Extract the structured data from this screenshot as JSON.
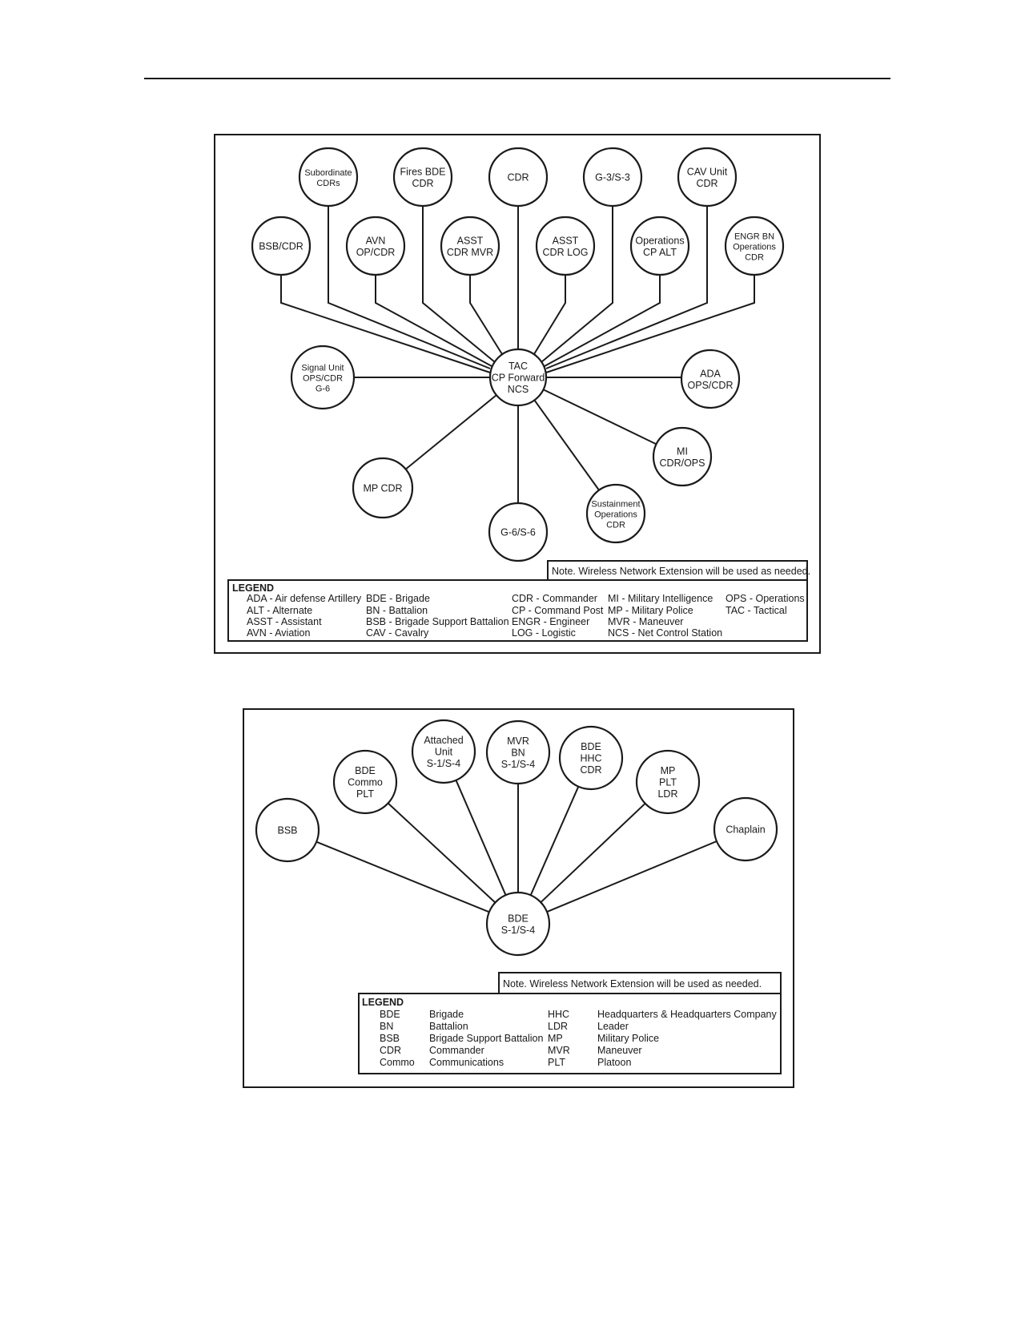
{
  "diagram1": {
    "hub": {
      "id": "tac",
      "lines": [
        "TAC",
        "CP Forward",
        "NCS"
      ]
    },
    "nodes": [
      {
        "id": "subordinate-cdrs",
        "lines": [
          "Subordinate",
          "CDRs"
        ]
      },
      {
        "id": "fires-bde-cdr",
        "lines": [
          "Fires BDE",
          "CDR"
        ]
      },
      {
        "id": "cdr",
        "lines": [
          "CDR"
        ]
      },
      {
        "id": "g3-s3",
        "lines": [
          "G-3/S-3"
        ]
      },
      {
        "id": "cav-unit-cdr",
        "lines": [
          "CAV Unit",
          "CDR"
        ]
      },
      {
        "id": "bsb-cdr",
        "lines": [
          "BSB/CDR"
        ]
      },
      {
        "id": "avn-op-cdr",
        "lines": [
          "AVN",
          "OP/CDR"
        ]
      },
      {
        "id": "asst-cdr-mvr",
        "lines": [
          "ASST",
          "CDR MVR"
        ]
      },
      {
        "id": "asst-cdr-log",
        "lines": [
          "ASST",
          "CDR LOG"
        ]
      },
      {
        "id": "operations-cp-alt",
        "lines": [
          "Operations",
          "CP ALT"
        ]
      },
      {
        "id": "engr-bn-operations-cdr",
        "lines": [
          "ENGR BN",
          "Operations",
          "CDR"
        ]
      },
      {
        "id": "signal-unit",
        "lines": [
          "Signal Unit",
          "OPS/CDR",
          "G-6"
        ]
      },
      {
        "id": "ada-ops-cdr",
        "lines": [
          "ADA",
          "OPS/CDR"
        ]
      },
      {
        "id": "mi-cdr-ops",
        "lines": [
          "MI",
          "CDR/OPS"
        ]
      },
      {
        "id": "mp-cdr",
        "lines": [
          "MP CDR"
        ]
      },
      {
        "id": "g6-s6",
        "lines": [
          "G-6/S-6"
        ]
      },
      {
        "id": "sustainment-operations-cdr",
        "lines": [
          "Sustainment",
          "Operations",
          "CDR"
        ]
      }
    ],
    "note": "Note. Wireless Network Extension will be used as needed.",
    "legend_title": "LEGEND",
    "legend_columns": [
      [
        "ADA - Air defense Artillery",
        "ALT - Alternate",
        "ASST - Assistant",
        "AVN - Aviation"
      ],
      [
        "BDE - Brigade",
        "BN - Battalion",
        "BSB - Brigade Support Battalion",
        "CAV - Cavalry"
      ],
      [
        "CDR - Commander",
        "CP - Command Post",
        "ENGR - Engineer",
        "LOG - Logistic"
      ],
      [
        "MI - Military Intelligence",
        "MP - Military Police",
        "MVR - Maneuver",
        "NCS - Net Control Station"
      ],
      [
        "OPS - Operations",
        "TAC -  Tactical"
      ]
    ]
  },
  "diagram2": {
    "hub": {
      "id": "bde-s1s4",
      "lines": [
        "BDE",
        "S-1/S-4"
      ]
    },
    "nodes": [
      {
        "id": "bsb",
        "lines": [
          "BSB"
        ]
      },
      {
        "id": "bde-commo-plt",
        "lines": [
          "BDE",
          "Commo",
          "PLT"
        ]
      },
      {
        "id": "attached-unit",
        "lines": [
          "Attached",
          "Unit",
          "S-1/S-4"
        ]
      },
      {
        "id": "mvr-bn",
        "lines": [
          "MVR",
          "BN",
          "S-1/S-4"
        ]
      },
      {
        "id": "bde-hhc-cdr",
        "lines": [
          "BDE",
          "HHC",
          "CDR"
        ]
      },
      {
        "id": "mp-plt-ldr",
        "lines": [
          "MP",
          "PLT",
          "LDR"
        ]
      },
      {
        "id": "chaplain",
        "lines": [
          "Chaplain"
        ]
      }
    ],
    "note": "Note. Wireless Network Extension will be used as needed.",
    "legend_title": "LEGEND",
    "legend_columns": [
      [
        "BDE",
        "BN",
        "BSB",
        "CDR",
        "Commo"
      ],
      [
        "Brigade",
        "Battalion",
        "Brigade Support Battalion",
        "Commander",
        "Communications"
      ],
      [
        "HHC",
        "LDR",
        "MP",
        "MVR",
        "PLT"
      ],
      [
        "Headquarters & Headquarters Company",
        "Leader",
        "Military Police",
        "Maneuver",
        "Platoon"
      ]
    ]
  }
}
